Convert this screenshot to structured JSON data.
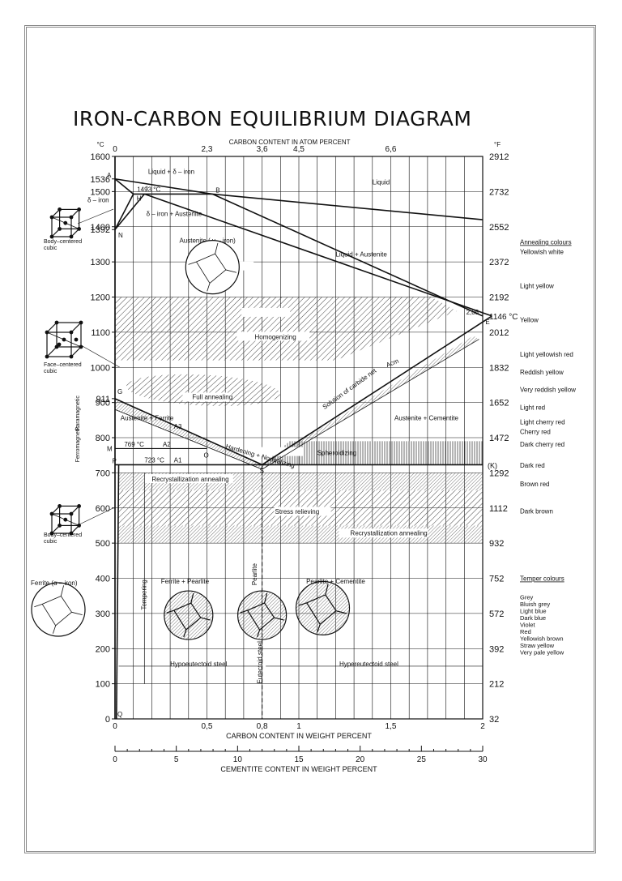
{
  "title": "IRON-CARBON EQUILIBRIUM DIAGRAM",
  "top_axis": {
    "label": "CARBON CONTENT IN ATOM PERCENT",
    "ticks": [
      {
        "value": 0,
        "label": "0"
      },
      {
        "value": 0.5,
        "label": "2,3"
      },
      {
        "value": 0.8,
        "label": "3,6"
      },
      {
        "value": 1.0,
        "label": "4,5"
      },
      {
        "value": 1.5,
        "label": "6,6"
      }
    ]
  },
  "bottom_axis": {
    "label": "CARBON CONTENT IN WEIGHT PERCENT",
    "ticks": [
      {
        "value": 0,
        "label": "0"
      },
      {
        "value": 0.5,
        "label": "0,5"
      },
      {
        "value": 0.8,
        "label": "0,8"
      },
      {
        "value": 1,
        "label": "1"
      },
      {
        "value": 1.5,
        "label": "1,5"
      },
      {
        "value": 2,
        "label": "2"
      }
    ]
  },
  "cementite_axis": {
    "label": "CEMENTITE CONTENT IN WEIGHT PERCENT",
    "ticks": [
      {
        "value": 0,
        "label": "0"
      },
      {
        "value": 5,
        "label": "5"
      },
      {
        "value": 10,
        "label": "10"
      },
      {
        "value": 15,
        "label": "15"
      },
      {
        "value": 20,
        "label": "20"
      },
      {
        "value": 25,
        "label": "25"
      },
      {
        "value": 30,
        "label": "30"
      }
    ]
  },
  "left_axis": {
    "unit": "°C",
    "ticks": [
      "1600",
      "1536",
      "1500",
      "1400",
      "1392",
      "1300",
      "1200",
      "1100",
      "1000",
      "911",
      "900",
      "800",
      "700",
      "600",
      "500",
      "400",
      "300",
      "200",
      "100",
      "0"
    ],
    "tick_values": [
      1600,
      1536,
      1500,
      1400,
      1392,
      1300,
      1200,
      1100,
      1000,
      911,
      900,
      800,
      700,
      600,
      500,
      400,
      300,
      200,
      100,
      0
    ]
  },
  "right_axis": {
    "unit": "°F",
    "ticks": [
      {
        "c": 1600,
        "label": "2912"
      },
      {
        "c": 1500,
        "label": "2732"
      },
      {
        "c": 1400,
        "label": "2552"
      },
      {
        "c": 1300,
        "label": "2372"
      },
      {
        "c": 1200,
        "label": "2192"
      },
      {
        "c": 1100,
        "label": "2012"
      },
      {
        "c": 1000,
        "label": "1832"
      },
      {
        "c": 900,
        "label": "1652"
      },
      {
        "c": 800,
        "label": "1472"
      },
      {
        "c": 700,
        "label": "1292"
      },
      {
        "c": 600,
        "label": "1112"
      },
      {
        "c": 500,
        "label": "932"
      },
      {
        "c": 400,
        "label": "752"
      },
      {
        "c": 300,
        "label": "572"
      },
      {
        "c": 200,
        "label": "392"
      },
      {
        "c": 100,
        "label": "212"
      },
      {
        "c": 0,
        "label": "32"
      }
    ],
    "extra_labels": [
      "1146 °C",
      "(K)"
    ]
  },
  "curves": {
    "liquidus": [
      [
        0,
        1536
      ],
      [
        0.53,
        1493
      ],
      [
        2,
        1420
      ]
    ],
    "liquidus_gamma": [
      [
        0.53,
        1493
      ],
      [
        2,
        1146
      ]
    ],
    "solidus_delta": [
      [
        0,
        1536
      ],
      [
        0.1,
        1493
      ]
    ],
    "peritectic": [
      [
        0.1,
        1493
      ],
      [
        0.53,
        1493
      ]
    ],
    "delta_to_gamma": [
      [
        0.1,
        1493
      ],
      [
        0,
        1392
      ]
    ],
    "j_n": [
      [
        0.16,
        1493
      ],
      [
        0,
        1392
      ]
    ],
    "solidus_gamma": [
      [
        0.16,
        1493
      ],
      [
        2.05,
        1146
      ]
    ],
    "a3": [
      [
        0,
        911
      ],
      [
        0.8,
        723
      ]
    ],
    "acm": [
      [
        0.8,
        723
      ],
      [
        2.05,
        1146
      ]
    ],
    "a1": [
      [
        0,
        723
      ],
      [
        2,
        723
      ]
    ],
    "a2": [
      [
        0,
        769
      ],
      [
        0.5,
        769
      ]
    ],
    "ferrite_solvus": [
      [
        0.02,
        723
      ],
      [
        0.008,
        0
      ]
    ],
    "eutectoid_line": [
      [
        0.8,
        723
      ],
      [
        0.8,
        0
      ]
    ]
  },
  "point_labels": [
    "A",
    "B",
    "H",
    "I",
    "N",
    "G",
    "M",
    "O",
    "P",
    "S",
    "Q",
    "E"
  ],
  "point_coords": [
    [
      0,
      1536
    ],
    [
      0.53,
      1493
    ],
    [
      0.1,
      1493
    ],
    [
      0.16,
      1493
    ],
    [
      0,
      1392
    ],
    [
      0,
      911
    ],
    [
      0,
      769
    ],
    [
      0.5,
      769
    ],
    [
      0.02,
      723
    ],
    [
      0.8,
      723
    ],
    [
      0,
      0
    ],
    [
      2.05,
      1146
    ]
  ],
  "region_labels": {
    "liquid_delta": "Liquid + δ – iron",
    "liquid": "Liquid",
    "delta_iron": "δ – iron",
    "delta_austenite": "δ – iron + Austenite",
    "austenite_gamma": "Austenite ( γ – iron)",
    "liquid_austenite": "Liquid + Austenite",
    "austenite_ferrite": "Austenite + Ferrite",
    "austenite_cementite": "Austenite + Cementite",
    "ferrite_pearlite": "Ferrite + Pearlite",
    "pearlite": "Pearlite",
    "pearlite_cementite": "Pearlite + Cementite",
    "ferrite_alpha": "Ferrite (α – iron)",
    "temp_1493": "1493 °C",
    "temp_769": "769 °C",
    "temp_723": "723 °C",
    "val_205": "2,05",
    "a3": "A3",
    "a2": "A2",
    "a1": "A1",
    "acm": "Acm"
  },
  "treatment_labels": {
    "homogenizing": "Homogenizing",
    "full_annealing": "Full annealing",
    "hardening": "Hardening + Normalizing",
    "carbide_net": "Solution of carbide net",
    "spheroidizing": "Spheroidizing",
    "recryst1": "Recrystallization annealing",
    "stress": "Stress relieving",
    "recryst2": "Recrystallization annealing",
    "tempering": "Tempering",
    "hypoeutectoid": "Hypoeutectoid steel",
    "eutectoid": "Eutectoid steel",
    "hypereutectoid": "Hypereutectoid steel"
  },
  "ferro_labels": {
    "ferro": "Ferromagnetic",
    "para": "Paramagnetic"
  },
  "lattice_labels": [
    {
      "text": [
        "Body–centered",
        "cubic"
      ]
    },
    {
      "text": [
        "Face–centered",
        "cubic"
      ]
    },
    {
      "text": [
        "Body–centered",
        "cubic"
      ]
    }
  ],
  "annealing_colours": {
    "heading": "Annealing colours",
    "items": [
      {
        "label": "Yellowish white"
      },
      {
        "label": "Light yellow"
      },
      {
        "label": "Yellow"
      },
      {
        "label": "Light yellowish red"
      },
      {
        "label": "Reddish yellow"
      },
      {
        "label": "Very reddish yellow"
      },
      {
        "label": "Light red"
      },
      {
        "label": "Light cherry red"
      },
      {
        "label": "Cherry red"
      },
      {
        "label": "Dark cherry red"
      },
      {
        "label": "Dark red"
      },
      {
        "label": "Brown red"
      },
      {
        "label": "Dark brown"
      }
    ]
  },
  "temper_colours": {
    "heading": "Temper colours",
    "items": [
      "Grey",
      "Bluish grey",
      "Light blue",
      "Dark blue",
      "Violet",
      "Red",
      "Yellowish brown",
      "Straw yellow",
      "Very pale yellow"
    ]
  }
}
